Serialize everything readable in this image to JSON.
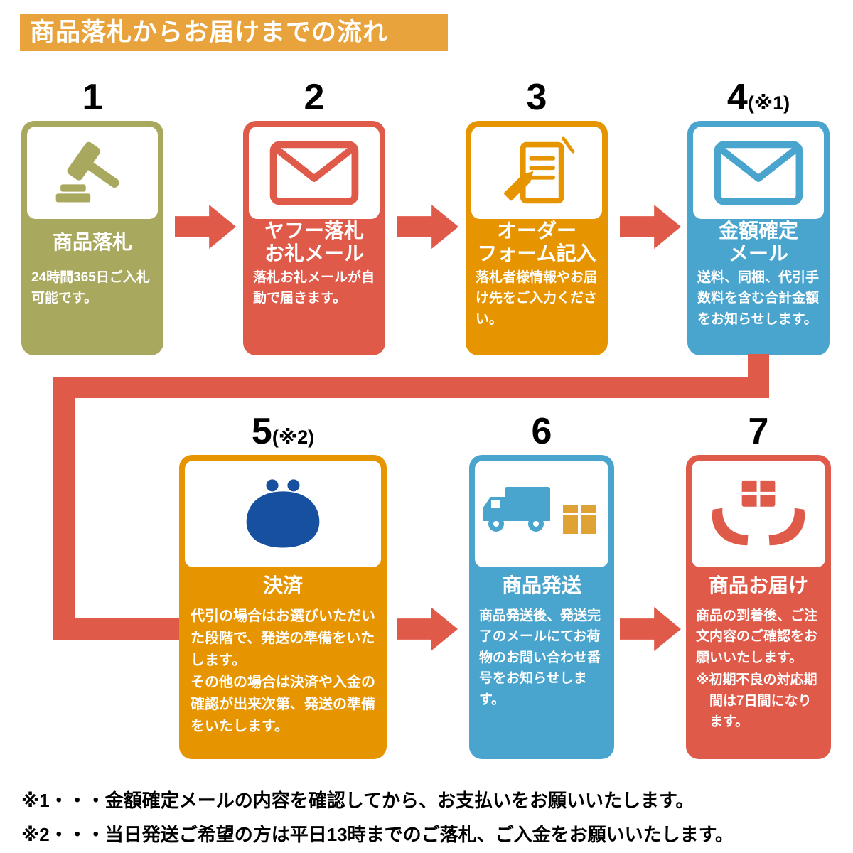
{
  "title": "商品落札からお届けまでの流れ",
  "colors": {
    "banner_orange": "#E8A33C",
    "olive": "#A8A85E",
    "red": "#E05A4A",
    "orange": "#E69500",
    "blue": "#4AA5CE",
    "purse_blue": "#17509F",
    "box_orange": "#DFA235",
    "arrow_red": "#E05A4A",
    "text_black": "#000000"
  },
  "steps": [
    {
      "num": "1",
      "num_suffix": "",
      "icon": "gavel-icon",
      "label": "商品落札",
      "desc": "24時間365日ご入札可能です。"
    },
    {
      "num": "2",
      "num_suffix": "",
      "icon": "mail-icon",
      "label": "ヤフー落札\nお礼メール",
      "desc": "落札お礼メールが自動で届きます。"
    },
    {
      "num": "3",
      "num_suffix": "",
      "icon": "order-form-icon",
      "label": "オーダー\nフォーム記入",
      "desc": "落札者様情報やお届け先をご入力ください。"
    },
    {
      "num": "4",
      "num_suffix": "(※1)",
      "icon": "mail-icon",
      "label": "金額確定\nメール",
      "desc": "送料、同梱、代引手数料を含む合計金額をお知らせします。"
    },
    {
      "num": "5",
      "num_suffix": "(※2)",
      "icon": "coin-purse-icon",
      "label": "決済",
      "desc": "代引の場合はお選びいただいた段階で、発送の準備をいたします。\nその他の場合は決済や入金の確認が出来次第、発送の準備をいたします。"
    },
    {
      "num": "6",
      "num_suffix": "",
      "icon": "truck-box-icon",
      "label": "商品発送",
      "desc": "商品発送後、発送完了のメールにてお荷物のお問い合わせ番号をお知らせします。"
    },
    {
      "num": "7",
      "num_suffix": "",
      "icon": "hands-delivery-icon",
      "label": "商品お届け",
      "desc": "商品の到着後、ご注文内容のご確認をお願いいたします。",
      "note": "※初期不良の対応期間は7日間になります。"
    }
  ],
  "footnotes": [
    "※1・・・金額確定メールの内容を確認してから、お支払いをお願いいたします。",
    "※2・・・当日発送ご希望の方は平日13時までのご落札、ご入金をお願いいたします。"
  ]
}
